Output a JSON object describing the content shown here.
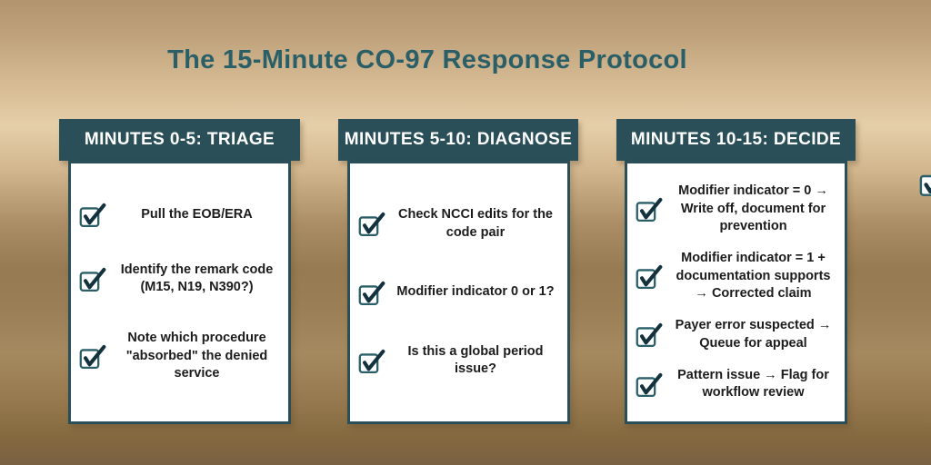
{
  "page": {
    "title": "The 15-Minute CO-97 Response Protocol"
  },
  "colors": {
    "header_teal": "#2a4f59",
    "title_teal": "#2a5f68",
    "checkbox_border_teal": "#2a5f68",
    "checkmark_dark": "#13323d",
    "card_white": "#ffffff",
    "text_dark": "#1c1c1c",
    "background_gold_light": "#e5cfa9",
    "background_gold_dark": "#7a6142"
  },
  "icons": {
    "checkbox": "checked-checkbox-icon"
  },
  "columns": [
    {
      "header": "MINUTES 0-5: TRIAGE",
      "items": [
        "Pull the EOB/ERA",
        "Identify the remark code (M15, N19, N390?)",
        "Note which procedure \"absorbed\" the denied service"
      ]
    },
    {
      "header": "MINUTES 5-10: DIAGNOSE",
      "items": [
        "Check NCCI edits for the code pair",
        "Modifier indicator 0 or 1?",
        "Is this a global period issue?"
      ]
    },
    {
      "header": "MINUTES 10-15: DECIDE",
      "items": [
        "Modifier indicator = 0 → Write off, document for prevention",
        "Modifier indicator = 1 + documentation supports → Corrected claim",
        "Payer error suspected → Queue for appeal",
        "Pattern issue → Flag for workflow review"
      ]
    }
  ]
}
